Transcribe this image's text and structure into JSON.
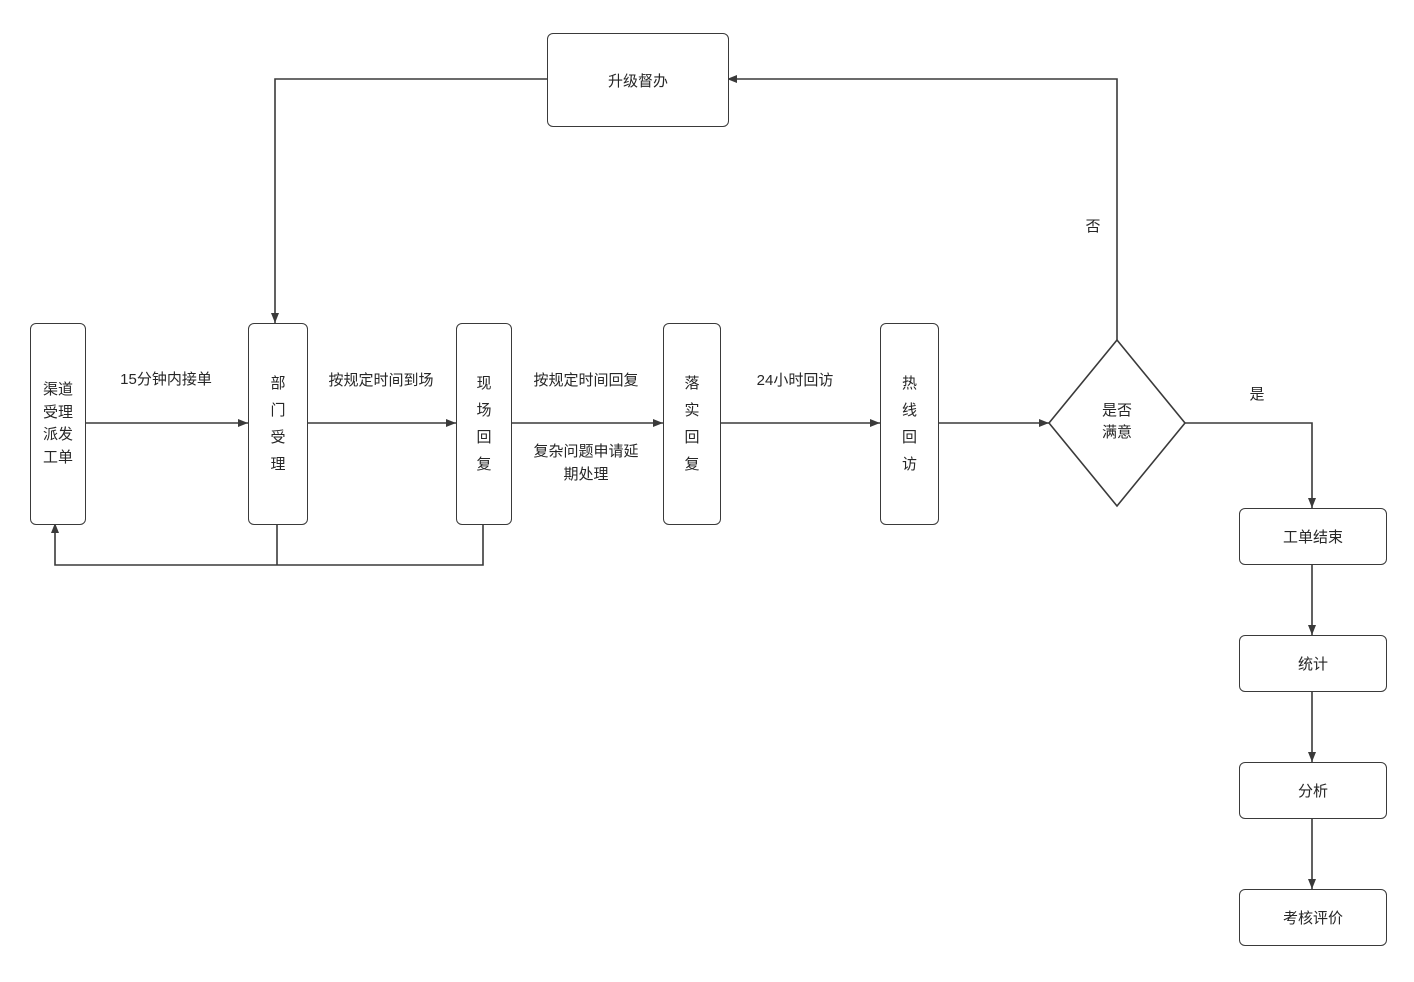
{
  "nodes": {
    "escalation": "升级督办",
    "channel": "渠道\n受理\n派发\n工单",
    "department": "部\n门\n受\n理",
    "onsite": "现\n场\n回\n复",
    "implement": "落\n实\n回\n复",
    "hotline": "热\n线\n回\n访",
    "decision": "是否\n满意",
    "order_end": "工单结束",
    "statistics": "统计",
    "analysis": "分析",
    "evaluation": "考核评价"
  },
  "edges": {
    "accept_within_15min": "15分钟内接单",
    "arrive_on_time": "按规定时间到场",
    "reply_on_time": "按规定时间回复",
    "complex_delay": "复杂问题申请延\n期处理",
    "callback_24h": "24小时回访",
    "no": "否",
    "yes": "是"
  },
  "colors": {
    "stroke": "#3a3a3a",
    "node_fill": "#ffffff",
    "text": "#262626",
    "background": "#ffffff"
  }
}
